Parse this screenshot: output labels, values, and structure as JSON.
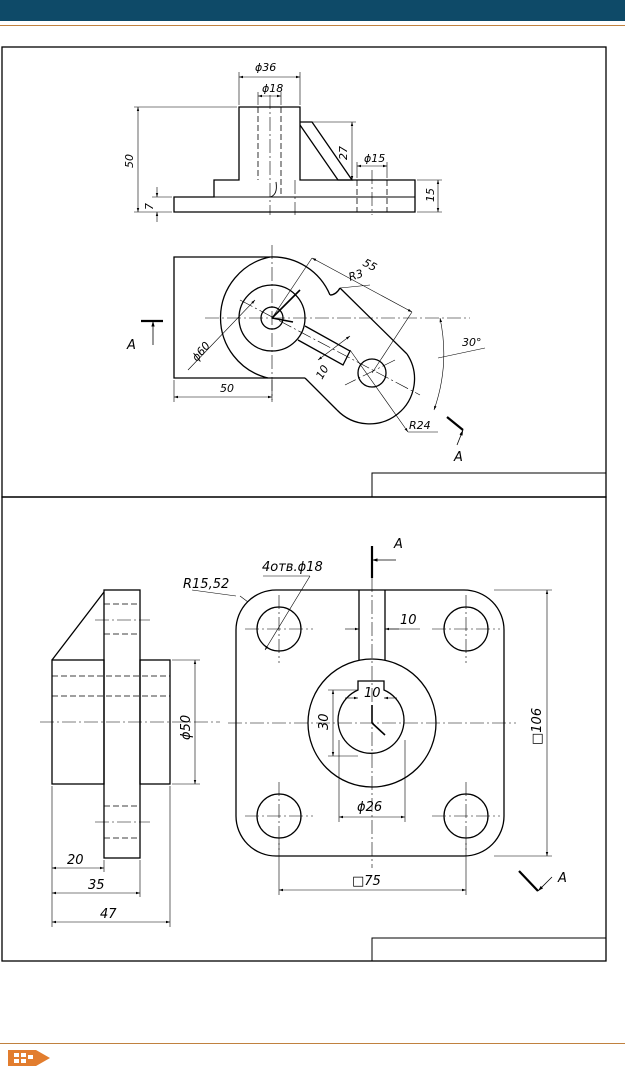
{
  "drawing1": {
    "dims": {
      "d36": "ϕ36",
      "d18": "ϕ18",
      "h50": "50",
      "h7": "7",
      "h27": "27",
      "d15": "ϕ15",
      "h15": "15",
      "r55": "55",
      "r3": "R3",
      "d60": "ϕ60",
      "w10": "10",
      "a30": "30°",
      "w50": "50",
      "r24": "R24"
    },
    "section_label": "A"
  },
  "drawing2": {
    "dims": {
      "r1552": "R15,52",
      "holes": "4отв.ϕ18",
      "w10a": "10",
      "w10b": "10",
      "h30": "30",
      "d26": "ϕ26",
      "d50": "ϕ50",
      "sq106": "□106",
      "sq75": "□75",
      "l20": "20",
      "l35": "35",
      "l47": "47"
    },
    "section_label": "A"
  },
  "colors": {
    "header": "#0e4a68",
    "rule": "#c0813f",
    "logo": "#e27d2e"
  }
}
